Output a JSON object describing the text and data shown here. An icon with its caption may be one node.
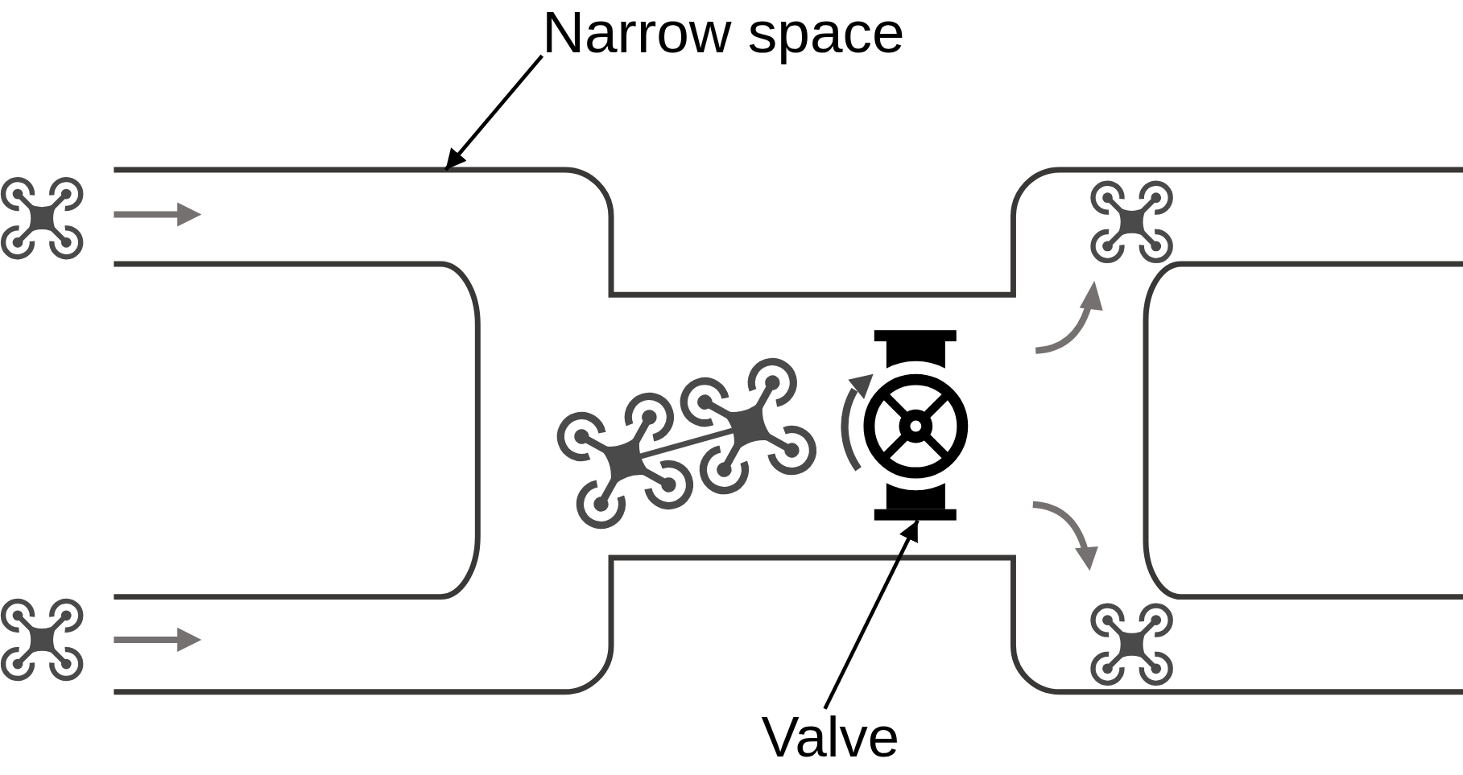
{
  "diagram": {
    "nodes": [
      {
        "text": [
          "Narrow space"
        ]
      },
      {
        "text": [],
        "shape": "picture"
      },
      {
        "text": [],
        "shape": "picture",
        "in": 1
      },
      {
        "text": [
          "Valve"
        ]
      }
    ],
    "edges": [
      {
        "from": 0,
        "to": 1,
        "arrow": "to"
      },
      {
        "from": 3,
        "to": 2,
        "arrow": "to"
      }
    ]
  }
}
